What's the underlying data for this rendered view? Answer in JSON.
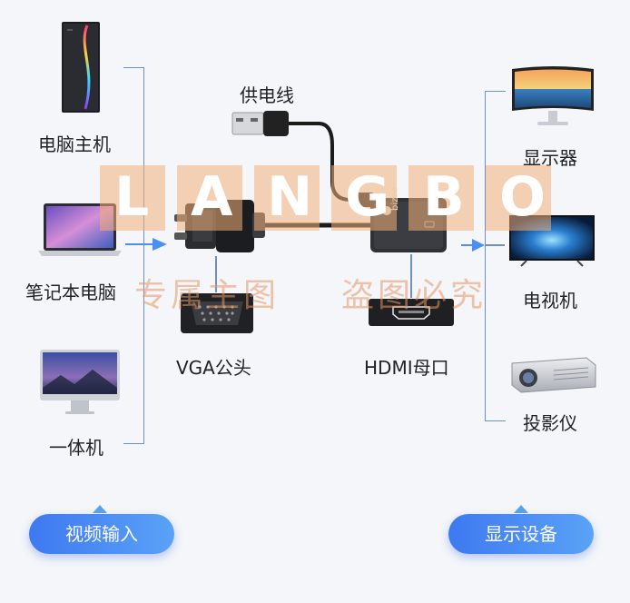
{
  "left": {
    "items": [
      {
        "label": "电脑主机",
        "icon": "desktop-tower-icon"
      },
      {
        "label": "笔记本电脑",
        "icon": "laptop-icon"
      },
      {
        "label": "一体机",
        "icon": "all-in-one-pc-icon"
      }
    ],
    "pill": "视频输入"
  },
  "center": {
    "power_label": "供电线",
    "vga_label": "VGA公头",
    "hdmi_label": "HDMI母口",
    "device_brand": "bizze"
  },
  "right": {
    "items": [
      {
        "label": "显示器",
        "icon": "monitor-icon"
      },
      {
        "label": "电视机",
        "icon": "tv-icon"
      },
      {
        "label": "投影仪",
        "icon": "projector-icon"
      }
    ],
    "pill": "显示设备"
  },
  "watermark": {
    "letters": [
      "L",
      "A",
      "N",
      "G",
      "B",
      "O"
    ],
    "text_cn_1": "专属主图",
    "text_cn_2": "盗图必究"
  },
  "colors": {
    "accent": "#4a8ff3",
    "bracket": "#6f8fbf",
    "watermark": "#f3af78"
  }
}
